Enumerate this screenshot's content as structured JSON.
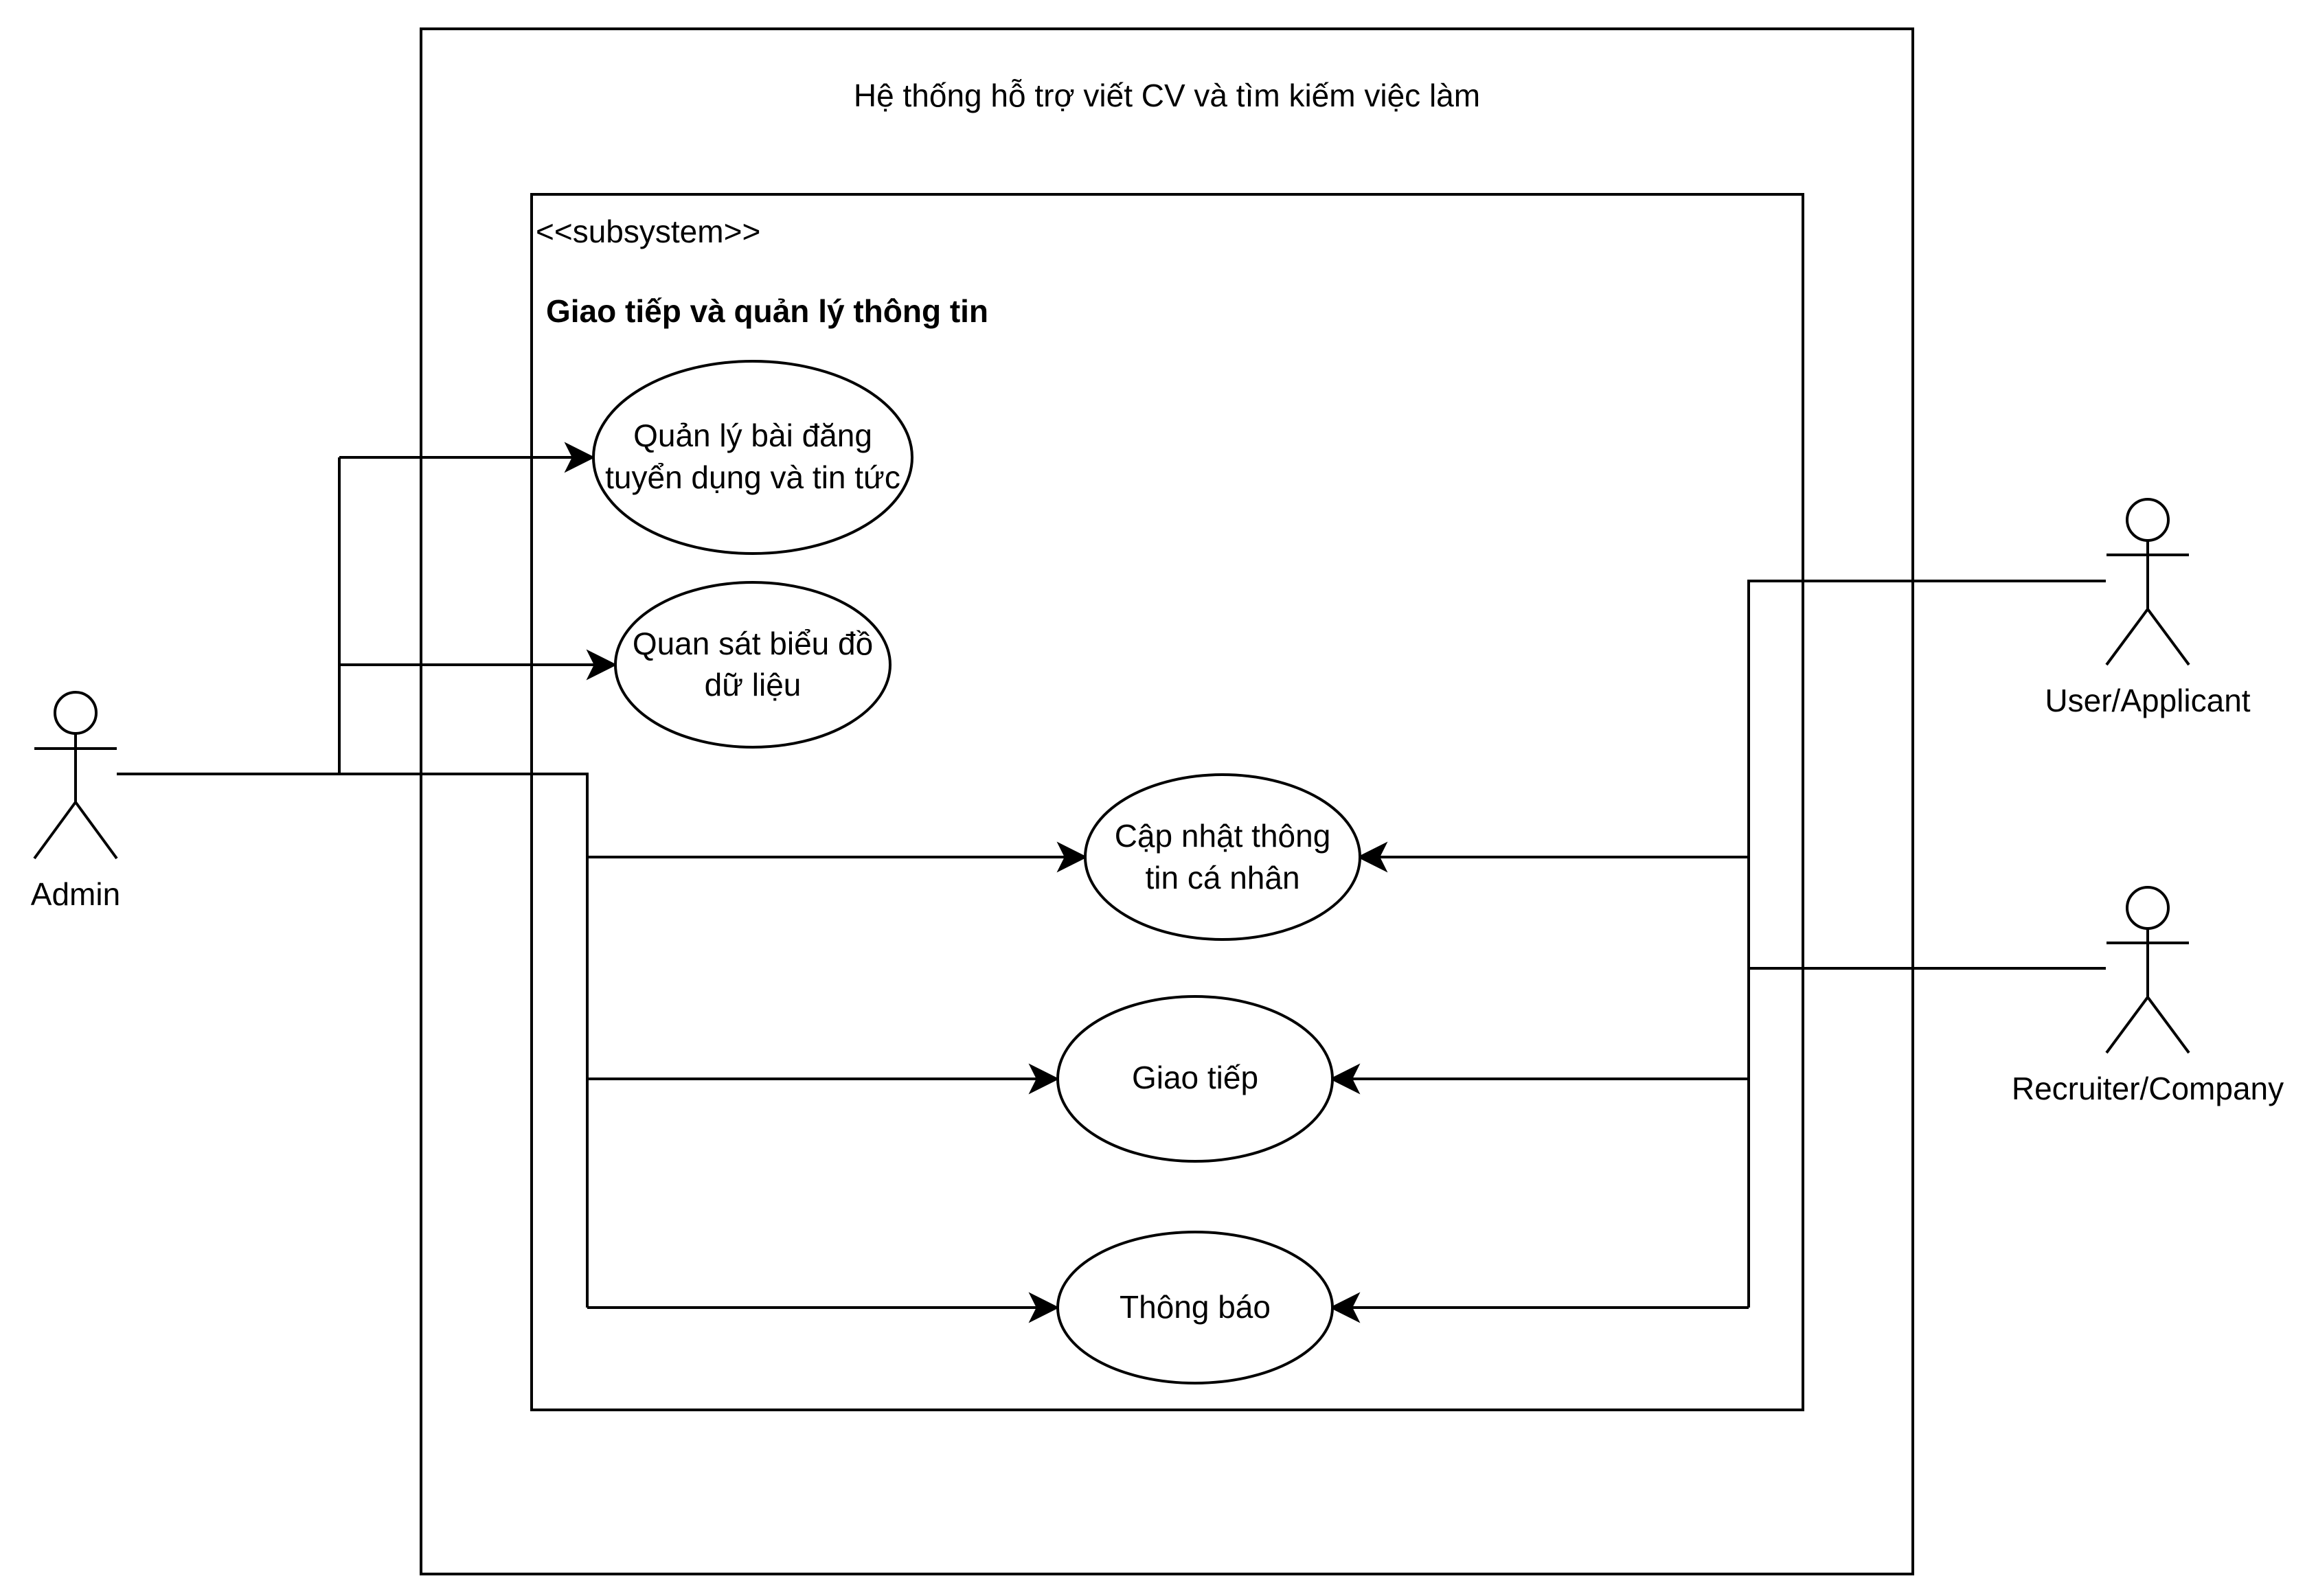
{
  "system": {
    "title": "Hệ thống hỗ trợ viết CV và tìm kiếm việc làm"
  },
  "subsystem": {
    "stereotype": "<<subsystem>>",
    "name": "Giao tiếp và quản lý thông tin"
  },
  "use_cases": [
    {
      "id": "uc-posts",
      "lines": [
        "Quản lý bài đăng",
        "tuyển dụng và tin tức"
      ]
    },
    {
      "id": "uc-charts",
      "lines": [
        "Quan sát biểu đồ",
        "dữ liệu"
      ]
    },
    {
      "id": "uc-profile",
      "lines": [
        "Cập nhật thông",
        "tin cá nhân"
      ]
    },
    {
      "id": "uc-communication",
      "lines": [
        "Giao tiếp"
      ]
    },
    {
      "id": "uc-notification",
      "lines": [
        "Thông báo"
      ]
    }
  ],
  "actors": [
    {
      "id": "admin",
      "label": "Admin"
    },
    {
      "id": "user",
      "label": "User/Applicant"
    },
    {
      "id": "recruiter",
      "label": "Recruiter/Company"
    }
  ],
  "associations": [
    {
      "from": "admin",
      "to": "uc-posts"
    },
    {
      "from": "admin",
      "to": "uc-charts"
    },
    {
      "from": "admin",
      "to": "uc-profile"
    },
    {
      "from": "admin",
      "to": "uc-communication"
    },
    {
      "from": "admin",
      "to": "uc-notification"
    },
    {
      "from": "user",
      "to": "uc-profile"
    },
    {
      "from": "user",
      "to": "uc-communication"
    },
    {
      "from": "user",
      "to": "uc-notification"
    },
    {
      "from": "recruiter",
      "to": "uc-profile"
    },
    {
      "from": "recruiter",
      "to": "uc-communication"
    },
    {
      "from": "recruiter",
      "to": "uc-notification"
    }
  ]
}
